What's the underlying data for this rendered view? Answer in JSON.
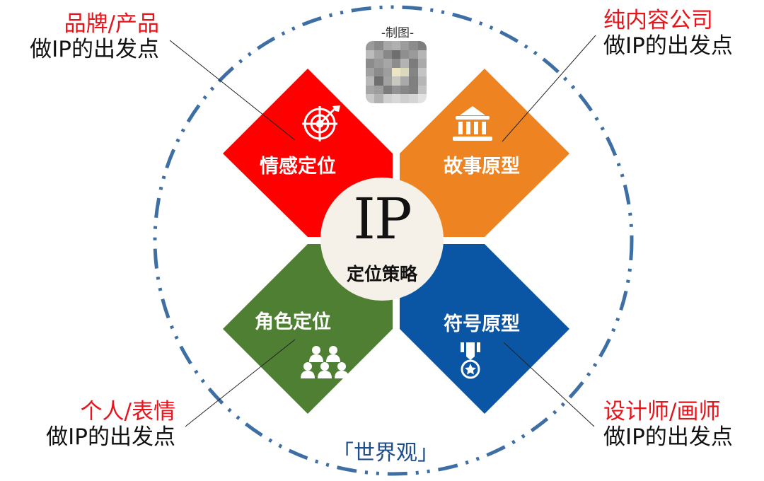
{
  "diagram": {
    "center": {
      "title": "IP",
      "subtitle": "定位策略"
    },
    "maker_label": "-制图-",
    "outer_ring_label": "「世界观」",
    "quadrants": [
      {
        "id": "top-left",
        "title": "情感定位",
        "icon": "target-icon",
        "color": "#fe0000"
      },
      {
        "id": "top-right",
        "title": "故事原型",
        "icon": "museum-icon",
        "color": "#ee8421"
      },
      {
        "id": "bottom-left",
        "title": "角色定位",
        "icon": "people-group-icon",
        "color": "#4f7f33"
      },
      {
        "id": "bottom-right",
        "title": "符号原型",
        "icon": "medal-icon",
        "color": "#0b56a4"
      }
    ],
    "callouts": [
      {
        "position": "top-left",
        "highlight": "品牌/产品",
        "text": "做IP的出发点"
      },
      {
        "position": "top-right",
        "highlight": "纯内容公司",
        "text": "做IP的出发点"
      },
      {
        "position": "bottom-left",
        "highlight": "个人/表情",
        "text": "做IP的出发点"
      },
      {
        "position": "bottom-right",
        "highlight": "设计师/画师",
        "text": "做IP的出发点"
      }
    ],
    "colors": {
      "ring": "#3d6ea4",
      "center_fill": "#f5f1e8",
      "highlight_text": "#e8141b"
    }
  }
}
